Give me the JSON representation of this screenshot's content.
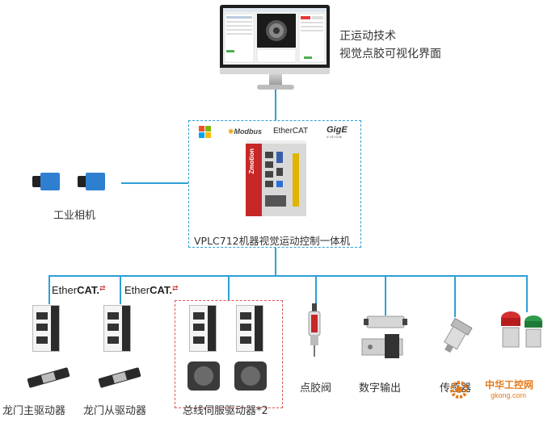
{
  "hmi_caption": {
    "line1": "正运动技术",
    "line2": "视觉点胶可视化界面"
  },
  "controller": {
    "label": "VPLC712机器视觉运动控制一体机",
    "brand_on_device": "Zmotion",
    "protocol_logos": [
      "Modbus",
      "EtherCAT",
      "GigE",
      "VISION"
    ]
  },
  "camera": {
    "label": "工业相机"
  },
  "ethercat_label": {
    "text1": "Ether",
    "text2": "CAT."
  },
  "devices": {
    "gantry_master": "龙门主驱动器",
    "gantry_slave": "龙门从驱动器",
    "bus_servo": "总线伺服驱动器*2",
    "dispense_valve": "点胶阀",
    "digital_output": "数字输出",
    "sensor": "传感器"
  },
  "watermark": {
    "name": "中华工控网",
    "url": "gkong.com"
  },
  "colors": {
    "line": "#2e9fd6",
    "device_red": "#c62828",
    "servo_box_border": "#e05555",
    "watermark": "#e47a1b"
  }
}
